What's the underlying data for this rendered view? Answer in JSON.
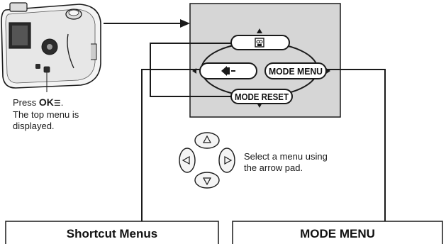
{
  "instruction": {
    "press": "Press",
    "ok_label": "OK",
    "period": ".",
    "line2": "The top menu is",
    "line3": "displayed."
  },
  "arrow_pad_note": {
    "line1": "Select a menu using",
    "line2": "the arrow pad."
  },
  "lcd_menu": {
    "right_button": "MODE MENU",
    "bottom_button": "MODE RESET"
  },
  "boxes": {
    "left": "Shortcut Menus",
    "right": "MODE MENU"
  },
  "colors": {
    "lcd_screen": "#d6d6d6",
    "line": "#1a1a1a"
  },
  "icons": {
    "top_button": "movie-camera-icon",
    "left_button": "flash-icon",
    "ok_button": "menu-lines-icon"
  }
}
